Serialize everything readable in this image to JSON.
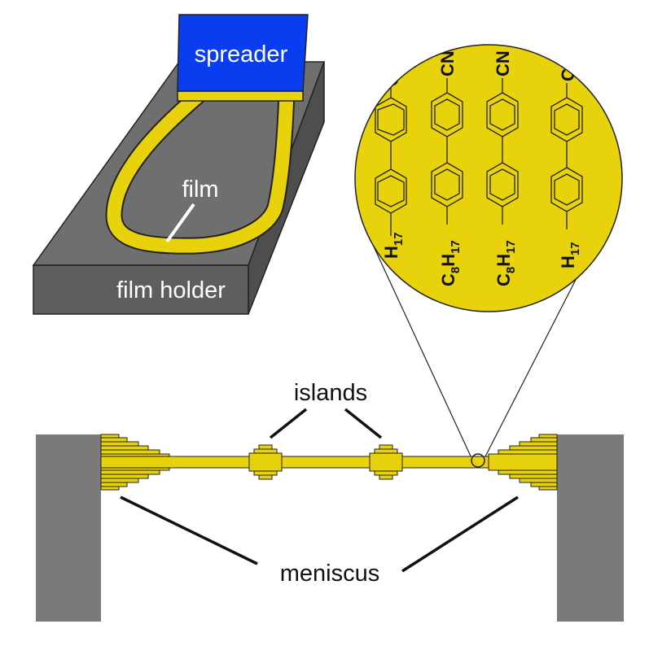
{
  "labels": {
    "spreader": "spreader",
    "film": "film",
    "film_holder": "film holder",
    "islands": "islands",
    "meniscus": "meniscus"
  },
  "molecule": {
    "head_group": "CN",
    "tail_group_C": "C",
    "tail_group_C_sub": "8",
    "tail_group_H": "H",
    "tail_group_H_sub": "17",
    "partial_head": "CN",
    "partial_tail_H": "H",
    "partial_tail_sub": "17"
  },
  "colors": {
    "film": "#e8d20c",
    "spreader": "#0a3cf0",
    "holder_top": "#6f6f6f",
    "holder_side": "#5e5e5e",
    "wall": "#7a7a7a",
    "outline": "#222222"
  }
}
